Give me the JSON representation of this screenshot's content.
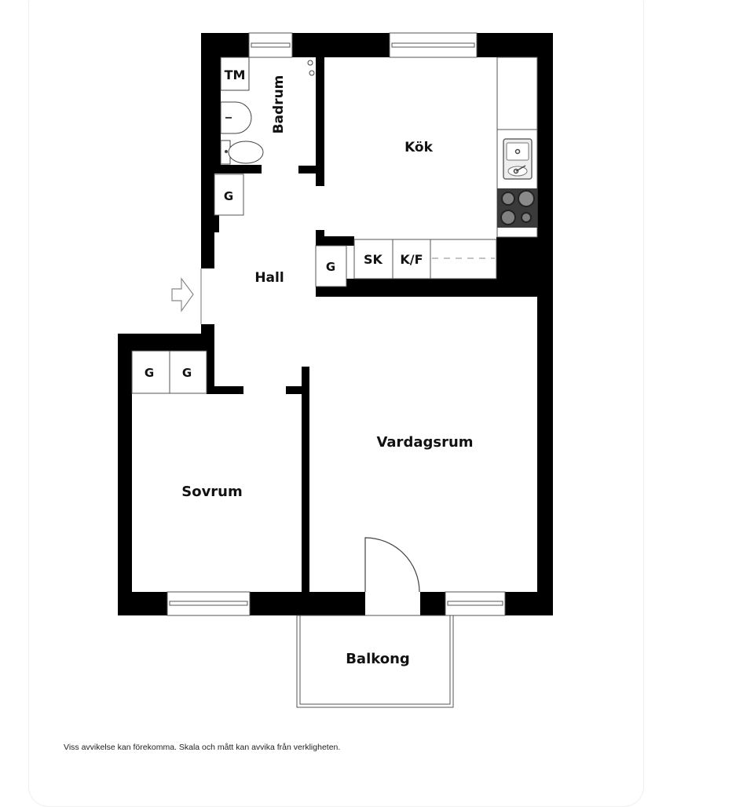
{
  "floorplan": {
    "rooms": {
      "badrum": "Badrum",
      "kok": "Kök",
      "hall": "Hall",
      "vardagsrum": "Vardagsrum",
      "sovrum": "Sovrum",
      "balkong": "Balkong"
    },
    "fixtures": {
      "tvattmaskin": "TM",
      "garderob": "G",
      "skap": "SK",
      "kyl_frys": "K/F"
    },
    "entrance_icon": "arrow-right-outline-icon",
    "colors": {
      "wall": "#000000",
      "background": "#ffffff",
      "stove": "#3a3a3a",
      "burner": "#808080",
      "fixture_line": "#555555"
    }
  },
  "disclaimer": "Viss avvikelse kan förekomma. Skala och mått kan avvika från verkligheten."
}
